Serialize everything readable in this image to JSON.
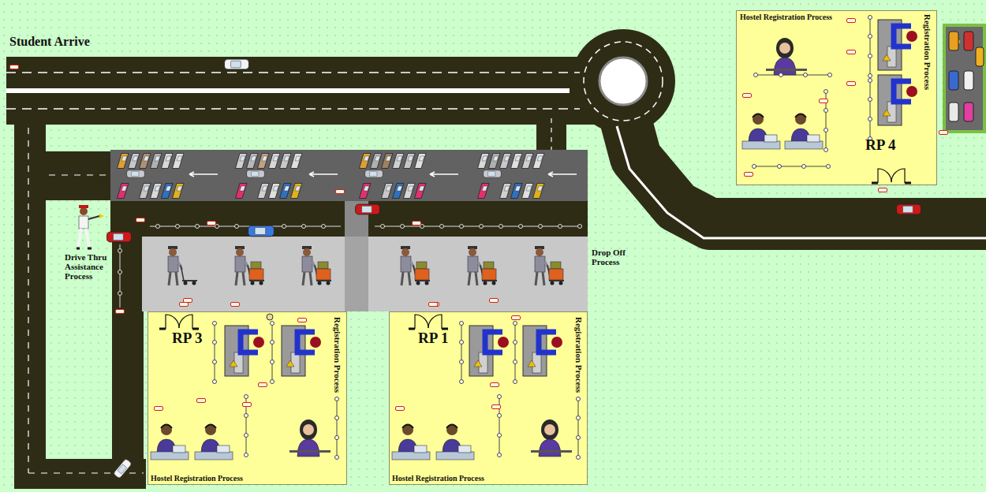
{
  "diagram": {
    "nodes": [
      {
        "text": [
          "Drop Off Process"
        ]
      },
      {
        "text": [
          "RP 3",
          "Registration Process",
          "Hostel Registration Process"
        ]
      },
      {
        "text": [
          "RP 1",
          "Registration Process",
          "Hostel Registration Process"
        ]
      },
      {
        "text": [
          "Hostel Registration Process",
          "Registration Process",
          "RP 4"
        ]
      }
    ],
    "labels": [
      "Student Arrive",
      "Drive Thru Assistance Process"
    ]
  }
}
